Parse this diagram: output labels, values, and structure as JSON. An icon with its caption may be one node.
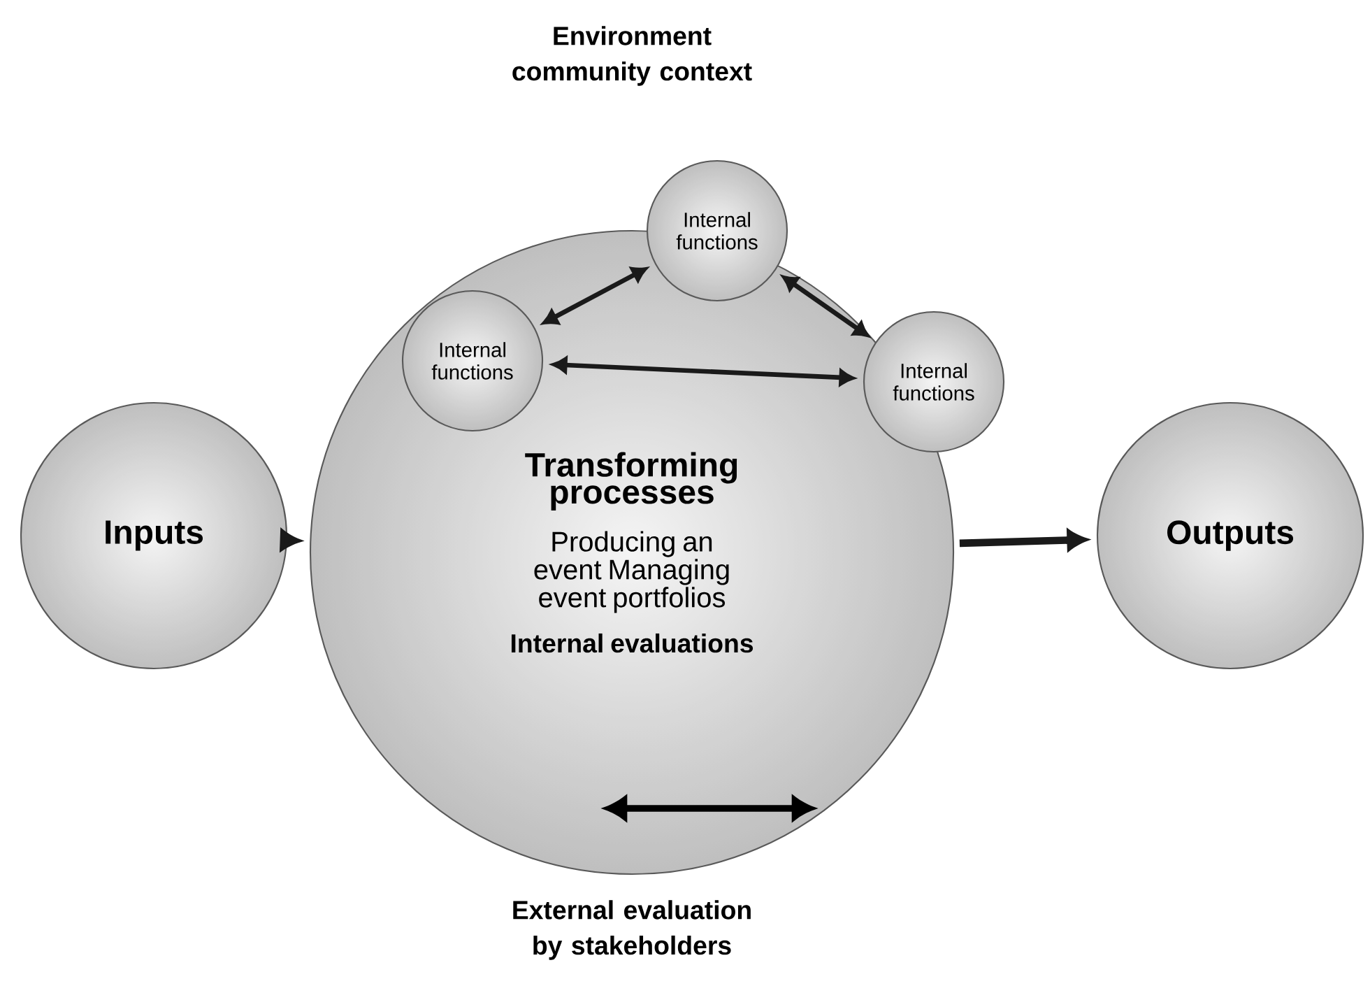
{
  "diagram": {
    "nodes": [
      {
        "text": [
          "Inputs"
        ]
      },
      {
        "text": [
          "Transforming processes",
          "Producing an event Managing event portfolios",
          "Internal evaluations"
        ]
      },
      {
        "text": [
          "Internal functions"
        ]
      },
      {
        "text": [
          "Internal functions"
        ],
        "in": 1
      },
      {
        "text": [
          "Internal functions"
        ]
      },
      {
        "text": [
          "Outputs"
        ]
      }
    ],
    "edges": [
      {
        "from": 0,
        "to": 1,
        "arrow": "to"
      },
      {
        "from": 1,
        "to": 5,
        "arrow": "to"
      },
      {
        "from": 3,
        "to": 2,
        "arrow": "both"
      },
      {
        "from": 2,
        "to": 4,
        "arrow": "both"
      },
      {
        "from": 3,
        "to": 4,
        "arrow": "both"
      }
    ],
    "labels": [
      "Environment community context",
      "External evaluation by stakeholders"
    ]
  }
}
